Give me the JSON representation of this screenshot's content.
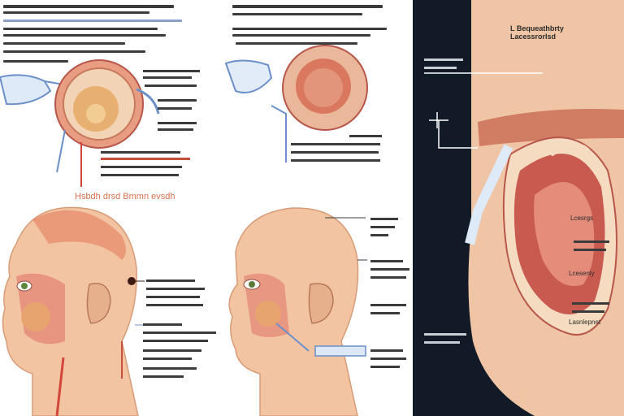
{
  "figure": {
    "left_header": "Hsbdh drsd Bmmn evsdh",
    "right_panel_title": [
      "L Bequeathbrty",
      "Lacessrorlsd"
    ],
    "right_labels": [
      "Lcesrgs",
      "Lcesenly",
      "Lasnlepnet"
    ]
  },
  "colors": {
    "skin": "#f2c4a1",
    "skin_shadow": "#e0a07c",
    "tissue": "#c85a4f",
    "tissue_light": "#e58c7b",
    "cartilage": "#f5dcc0",
    "duct_blue": "#6b8fc9",
    "nerve_red": "#d2453a",
    "dark_bg": "#111a26",
    "header_orange": "#d8704f"
  },
  "icons": [
    "ear-icon",
    "eye-icon",
    "cross-section-icon",
    "probe-icon"
  ]
}
